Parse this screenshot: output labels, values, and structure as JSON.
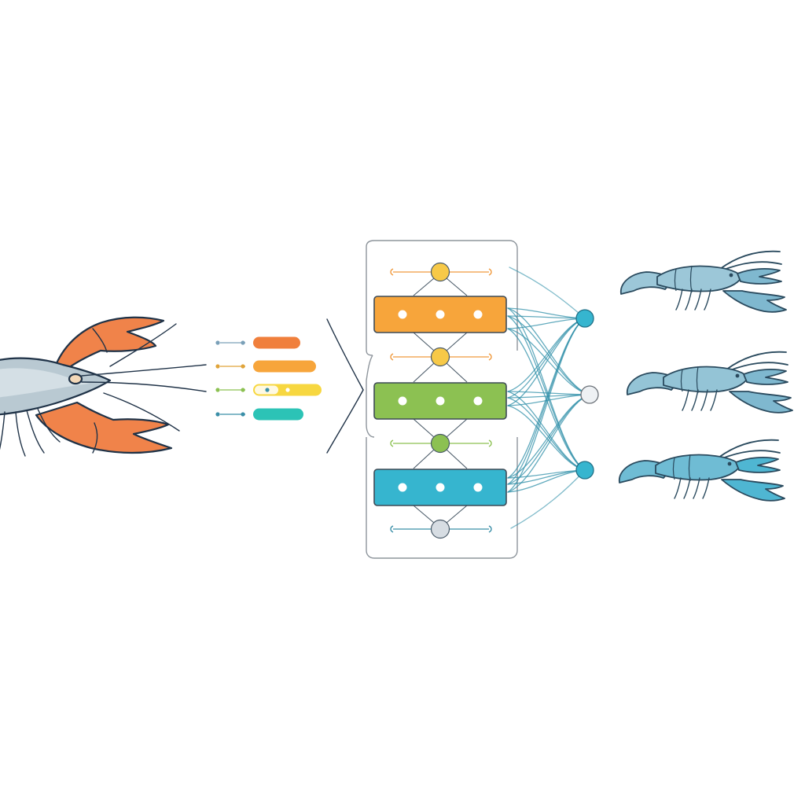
{
  "palette": {
    "orange": "#f7a53b",
    "green": "#8cc152",
    "teal": "#36b5cf",
    "yellow": "#f7c948",
    "grey": "#d7dde3",
    "claw_orange": "#f0834a",
    "shell_grey": "#b9c9d2",
    "crayfish_blue": "#8ec3d6",
    "connection": "#2f8fa8",
    "feature_orange": "#f07f3c",
    "feature_amber": "#f7a53b",
    "feature_yellow": "#f7d740",
    "feature_teal": "#2cc3b6"
  },
  "icons": {
    "input_animal": "crayfish-icon",
    "output_animal": "crayfish-icon",
    "arrow": "chevron-right-icon"
  },
  "diagram": {
    "feature_bars": [
      {
        "id": "feature-1",
        "color": "#f07f3c",
        "dot_color": "#7aa0b8",
        "level": 0.62
      },
      {
        "id": "feature-2",
        "color": "#f7a53b",
        "dot_color": "#e0a43a",
        "level": 0.83
      },
      {
        "id": "feature-3",
        "color": "#f7d740",
        "dot_color": "#8cc152",
        "level": 0.91
      },
      {
        "id": "feature-4",
        "color": "#2cc3b6",
        "dot_color": "#3b8fa8",
        "level": 0.67
      }
    ],
    "layers": [
      {
        "id": "layer-orange",
        "color": "#f7a53b",
        "node_count": 3
      },
      {
        "id": "layer-green",
        "color": "#8cc152",
        "node_count": 3
      },
      {
        "id": "layer-teal",
        "color": "#36b5cf",
        "node_count": 3
      }
    ],
    "connector_nodes": [
      {
        "id": "connector-yellow-top",
        "color": "#f7c948",
        "line_color": "#f09a3e"
      },
      {
        "id": "connector-yellow-mid",
        "color": "#f7c948",
        "line_color": "#f09a3e"
      },
      {
        "id": "connector-green",
        "color": "#8cc152",
        "line_color": "#8cc152"
      },
      {
        "id": "connector-grey",
        "color": "#d7dde3",
        "line_color": "#3b8fa8"
      }
    ],
    "output_nodes": [
      {
        "id": "output-node-top",
        "color": "#36b5cf"
      },
      {
        "id": "output-node-mid",
        "color": "#eef1f4"
      },
      {
        "id": "output-node-bottom",
        "color": "#36b5cf"
      }
    ],
    "output_crayfish_count": 3
  }
}
